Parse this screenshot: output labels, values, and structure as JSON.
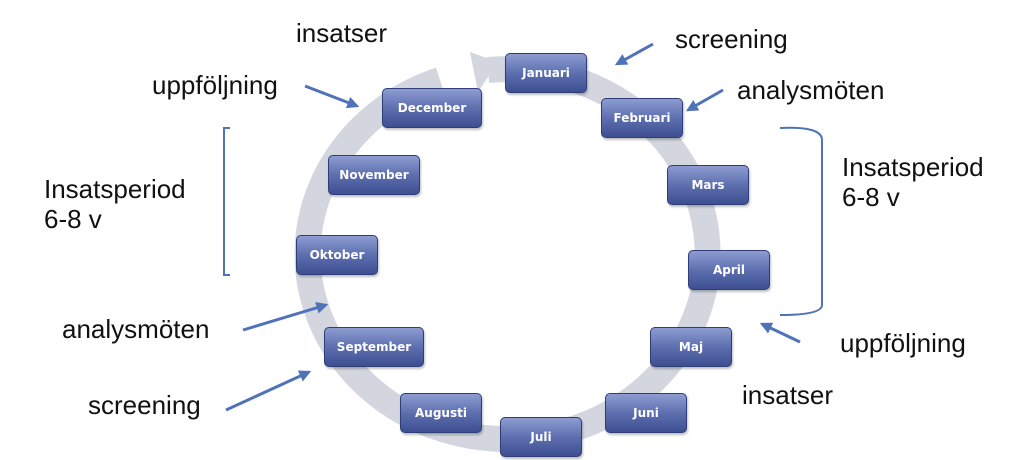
{
  "months": [
    "Januari",
    "Februari",
    "Mars",
    "April",
    "Maj",
    "Juni",
    "Juli",
    "Augusti",
    "September",
    "Oktober",
    "November",
    "December"
  ],
  "labels": {
    "insatser_top": "insatser",
    "screening_top": "screening",
    "uppfoljning_left": "uppföljning",
    "analysmoten_right": "analysmöten",
    "insatsperiod_left_1": "Insatsperiod",
    "insatsperiod_left_2": "6-8 v",
    "insatsperiod_right_1": "Insatsperiod",
    "insatsperiod_right_2": "6-8 v",
    "analysmoten_left": "analysmöten",
    "uppfoljning_right": "uppföljning",
    "screening_left": "screening",
    "insatser_right": "insatser"
  },
  "colors": {
    "ring": "#d3d6df",
    "box_top": "#8d9cd0",
    "box_bottom": "#3e4f91",
    "accent": "#4f72b8"
  }
}
